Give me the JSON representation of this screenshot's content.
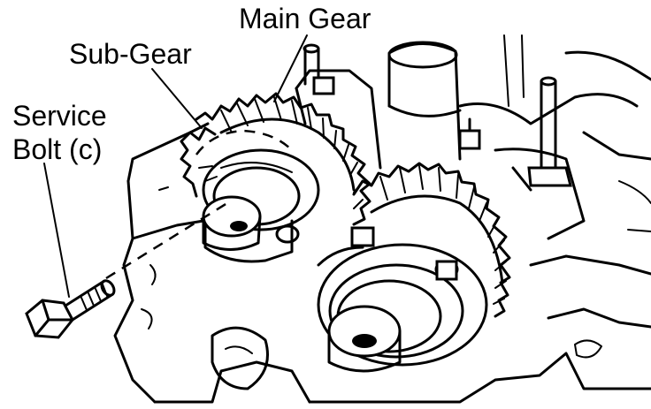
{
  "labels": {
    "main_gear": "Main Gear",
    "sub_gear": "Sub-Gear",
    "service_bolt_line1": "Service",
    "service_bolt_line2": "Bolt (c)"
  },
  "colors": {
    "ink": "#000000",
    "paper": "#ffffff"
  }
}
